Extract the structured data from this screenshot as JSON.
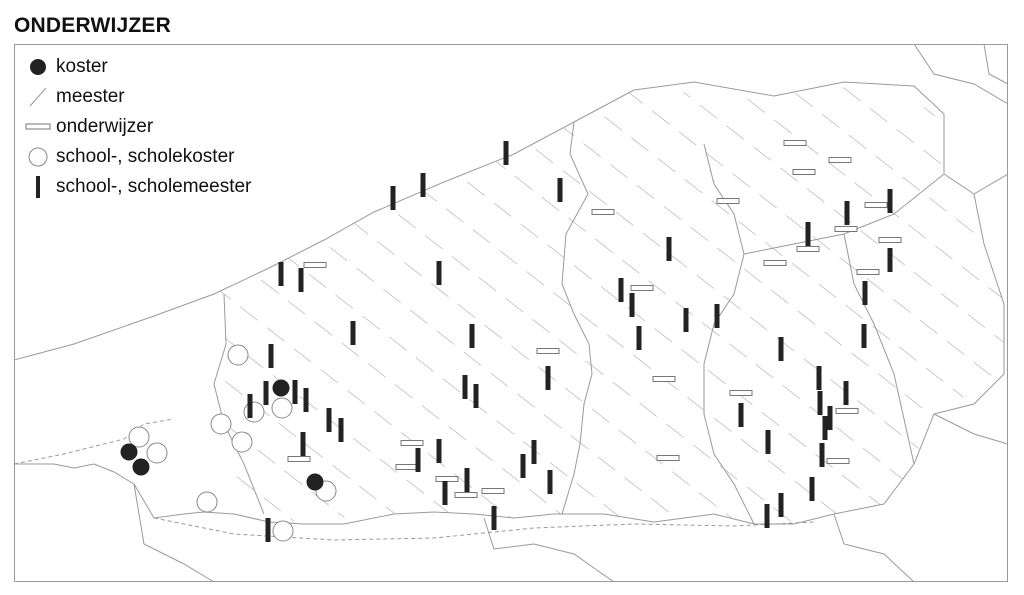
{
  "title": "ONDERWIJZER",
  "legend": {
    "items": [
      {
        "symbol": "filled-circle",
        "label": "koster"
      },
      {
        "symbol": "hatch-line",
        "label": "meester"
      },
      {
        "symbol": "open-rectangle",
        "label": "onderwijzer"
      },
      {
        "symbol": "open-circle",
        "label": "school-, scholekoster"
      },
      {
        "symbol": "filled-bar",
        "label": "school-, scholemeester"
      }
    ]
  },
  "colors": {
    "symbol": "#222222",
    "border": "#9a9a9a",
    "hatch": "#9a9a9a",
    "background": "#ffffff"
  }
}
